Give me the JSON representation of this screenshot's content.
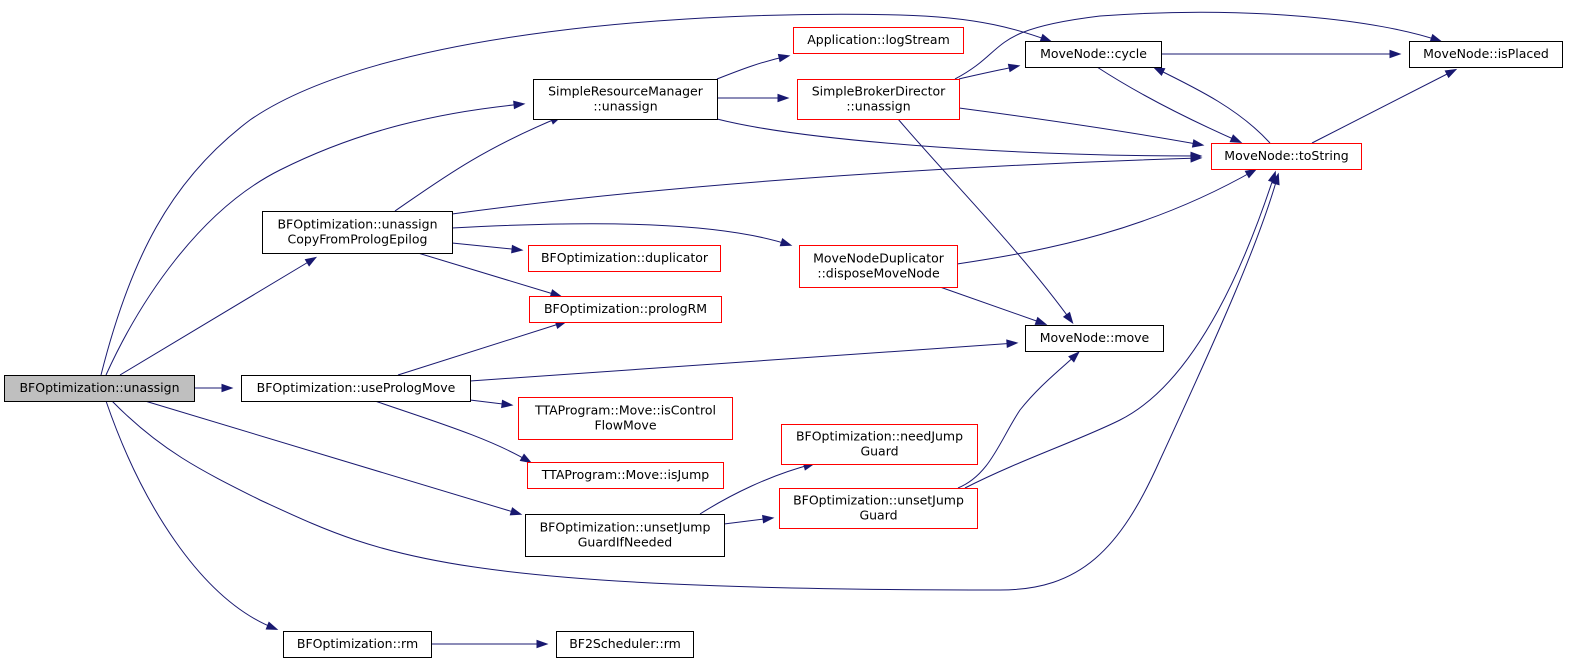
{
  "colors": {
    "edge": "#191970",
    "node_border_normal": "#000000",
    "node_border_truncated": "#ff0000",
    "node_fill": "#ffffff",
    "node_fill_focus": "#bfbfbf"
  },
  "nodes": [
    {
      "id": "unassign",
      "lines": [
        "BFOptimization::unassign"
      ],
      "style": "focus"
    },
    {
      "id": "srm_unassign",
      "lines": [
        "SimpleResourceManager",
        "::unassign"
      ],
      "style": "normal"
    },
    {
      "id": "app_logstream",
      "lines": [
        "Application::logStream"
      ],
      "style": "truncated"
    },
    {
      "id": "sbd_unassign",
      "lines": [
        "SimpleBrokerDirector",
        "::unassign"
      ],
      "style": "truncated"
    },
    {
      "id": "mn_cycle",
      "lines": [
        "MoveNode::cycle"
      ],
      "style": "normal"
    },
    {
      "id": "mn_isplaced",
      "lines": [
        "MoveNode::isPlaced"
      ],
      "style": "normal"
    },
    {
      "id": "mn_tostring",
      "lines": [
        "MoveNode::toString"
      ],
      "style": "truncated"
    },
    {
      "id": "unassign_copy",
      "lines": [
        "BFOptimization::unassign",
        "CopyFromPrologEpilog"
      ],
      "style": "normal"
    },
    {
      "id": "duplicator",
      "lines": [
        "BFOptimization::duplicator"
      ],
      "style": "truncated"
    },
    {
      "id": "mnd_dispose",
      "lines": [
        "MoveNodeDuplicator",
        "::disposeMoveNode"
      ],
      "style": "truncated"
    },
    {
      "id": "prolog_rm",
      "lines": [
        "BFOptimization::prologRM"
      ],
      "style": "truncated"
    },
    {
      "id": "mn_move",
      "lines": [
        "MoveNode::move"
      ],
      "style": "normal"
    },
    {
      "id": "use_prolog_move",
      "lines": [
        "BFOptimization::usePrologMove"
      ],
      "style": "normal"
    },
    {
      "id": "is_control_flow",
      "lines": [
        "TTAProgram::Move::isControl",
        "FlowMove"
      ],
      "style": "truncated"
    },
    {
      "id": "is_jump",
      "lines": [
        "TTAProgram::Move::isJump"
      ],
      "style": "truncated"
    },
    {
      "id": "need_jump_guard",
      "lines": [
        "BFOptimization::needJump",
        "Guard"
      ],
      "style": "truncated"
    },
    {
      "id": "unset_jump_guard",
      "lines": [
        "BFOptimization::unsetJump",
        "Guard"
      ],
      "style": "truncated"
    },
    {
      "id": "unset_jump_if_needed",
      "lines": [
        "BFOptimization::unsetJump",
        "GuardIfNeeded"
      ],
      "style": "normal"
    },
    {
      "id": "bfo_rm",
      "lines": [
        "BFOptimization::rm"
      ],
      "style": "normal"
    },
    {
      "id": "bf2_rm",
      "lines": [
        "BF2Scheduler::rm"
      ],
      "style": "normal"
    }
  ],
  "edges": [
    {
      "from": "unassign",
      "to": "mn_cycle"
    },
    {
      "from": "unassign",
      "to": "srm_unassign"
    },
    {
      "from": "unassign",
      "to": "unassign_copy"
    },
    {
      "from": "unassign",
      "to": "use_prolog_move"
    },
    {
      "from": "unassign",
      "to": "unset_jump_if_needed"
    },
    {
      "from": "unassign",
      "to": "mn_tostring"
    },
    {
      "from": "unassign",
      "to": "bfo_rm"
    },
    {
      "from": "srm_unassign",
      "to": "app_logstream"
    },
    {
      "from": "srm_unassign",
      "to": "sbd_unassign"
    },
    {
      "from": "srm_unassign",
      "to": "mn_tostring"
    },
    {
      "from": "sbd_unassign",
      "to": "mn_cycle"
    },
    {
      "from": "sbd_unassign",
      "to": "mn_isplaced"
    },
    {
      "from": "sbd_unassign",
      "to": "mn_tostring"
    },
    {
      "from": "sbd_unassign",
      "to": "mn_move"
    },
    {
      "from": "mn_cycle",
      "to": "mn_isplaced"
    },
    {
      "from": "mn_cycle",
      "to": "mn_tostring"
    },
    {
      "from": "mn_tostring",
      "to": "mn_cycle"
    },
    {
      "from": "mn_tostring",
      "to": "mn_isplaced"
    },
    {
      "from": "unassign_copy",
      "to": "srm_unassign"
    },
    {
      "from": "unassign_copy",
      "to": "mn_tostring"
    },
    {
      "from": "unassign_copy",
      "to": "duplicator"
    },
    {
      "from": "unassign_copy",
      "to": "mnd_dispose"
    },
    {
      "from": "unassign_copy",
      "to": "prolog_rm"
    },
    {
      "from": "mnd_dispose",
      "to": "mn_tostring"
    },
    {
      "from": "mnd_dispose",
      "to": "mn_move"
    },
    {
      "from": "use_prolog_move",
      "to": "prolog_rm"
    },
    {
      "from": "use_prolog_move",
      "to": "mn_move"
    },
    {
      "from": "use_prolog_move",
      "to": "is_control_flow"
    },
    {
      "from": "use_prolog_move",
      "to": "is_jump"
    },
    {
      "from": "unset_jump_if_needed",
      "to": "need_jump_guard"
    },
    {
      "from": "unset_jump_if_needed",
      "to": "unset_jump_guard"
    },
    {
      "from": "unset_jump_guard",
      "to": "mn_move"
    },
    {
      "from": "unset_jump_guard",
      "to": "mn_tostring"
    },
    {
      "from": "bfo_rm",
      "to": "bf2_rm"
    }
  ]
}
